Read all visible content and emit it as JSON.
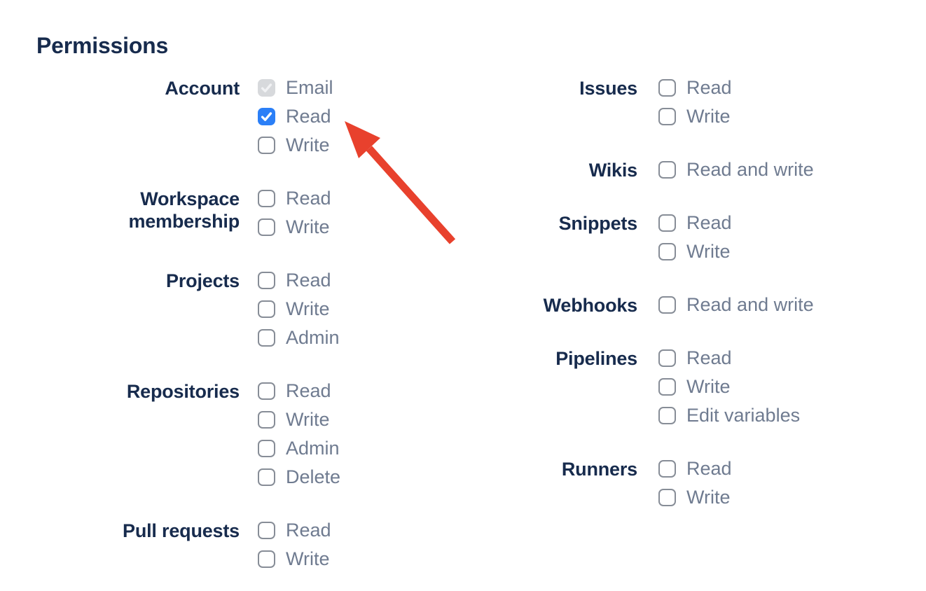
{
  "heading": "Permissions",
  "columns": [
    {
      "name": "left",
      "groups": [
        {
          "label": "Account",
          "options": [
            {
              "label": "Email",
              "checked": true,
              "disabled": true
            },
            {
              "label": "Read",
              "checked": true,
              "disabled": false
            },
            {
              "label": "Write",
              "checked": false,
              "disabled": false
            }
          ]
        },
        {
          "label": "Workspace membership",
          "options": [
            {
              "label": "Read",
              "checked": false,
              "disabled": false
            },
            {
              "label": "Write",
              "checked": false,
              "disabled": false
            }
          ]
        },
        {
          "label": "Projects",
          "options": [
            {
              "label": "Read",
              "checked": false,
              "disabled": false
            },
            {
              "label": "Write",
              "checked": false,
              "disabled": false
            },
            {
              "label": "Admin",
              "checked": false,
              "disabled": false
            }
          ]
        },
        {
          "label": "Repositories",
          "options": [
            {
              "label": "Read",
              "checked": false,
              "disabled": false
            },
            {
              "label": "Write",
              "checked": false,
              "disabled": false
            },
            {
              "label": "Admin",
              "checked": false,
              "disabled": false
            },
            {
              "label": "Delete",
              "checked": false,
              "disabled": false
            }
          ]
        },
        {
          "label": "Pull requests",
          "options": [
            {
              "label": "Read",
              "checked": false,
              "disabled": false
            },
            {
              "label": "Write",
              "checked": false,
              "disabled": false
            }
          ]
        }
      ]
    },
    {
      "name": "right",
      "groups": [
        {
          "label": "Issues",
          "options": [
            {
              "label": "Read",
              "checked": false,
              "disabled": false
            },
            {
              "label": "Write",
              "checked": false,
              "disabled": false
            }
          ]
        },
        {
          "label": "Wikis",
          "options": [
            {
              "label": "Read and write",
              "checked": false,
              "disabled": false
            }
          ]
        },
        {
          "label": "Snippets",
          "options": [
            {
              "label": "Read",
              "checked": false,
              "disabled": false
            },
            {
              "label": "Write",
              "checked": false,
              "disabled": false
            }
          ]
        },
        {
          "label": "Webhooks",
          "options": [
            {
              "label": "Read and write",
              "checked": false,
              "disabled": false
            }
          ]
        },
        {
          "label": "Pipelines",
          "options": [
            {
              "label": "Read",
              "checked": false,
              "disabled": false
            },
            {
              "label": "Write",
              "checked": false,
              "disabled": false
            },
            {
              "label": "Edit variables",
              "checked": false,
              "disabled": false
            }
          ]
        },
        {
          "label": "Runners",
          "options": [
            {
              "label": "Read",
              "checked": false,
              "disabled": false
            },
            {
              "label": "Write",
              "checked": false,
              "disabled": false
            }
          ]
        }
      ]
    }
  ],
  "annotation": {
    "type": "arrow",
    "color": "#e8412d",
    "points_to": "Account Read checkbox"
  },
  "colors": {
    "heading_text": "#172b4d",
    "group_label_text": "#172b4d",
    "option_label_text": "#6f7b90",
    "checkbox_border": "#878d97",
    "checkbox_checked_bg": "#2b7ff7",
    "checkbox_checked_check": "#ffffff",
    "checkbox_disabled_bg": "#d7d9dc",
    "checkbox_disabled_check": "#f1f2f4",
    "background": "#ffffff"
  }
}
